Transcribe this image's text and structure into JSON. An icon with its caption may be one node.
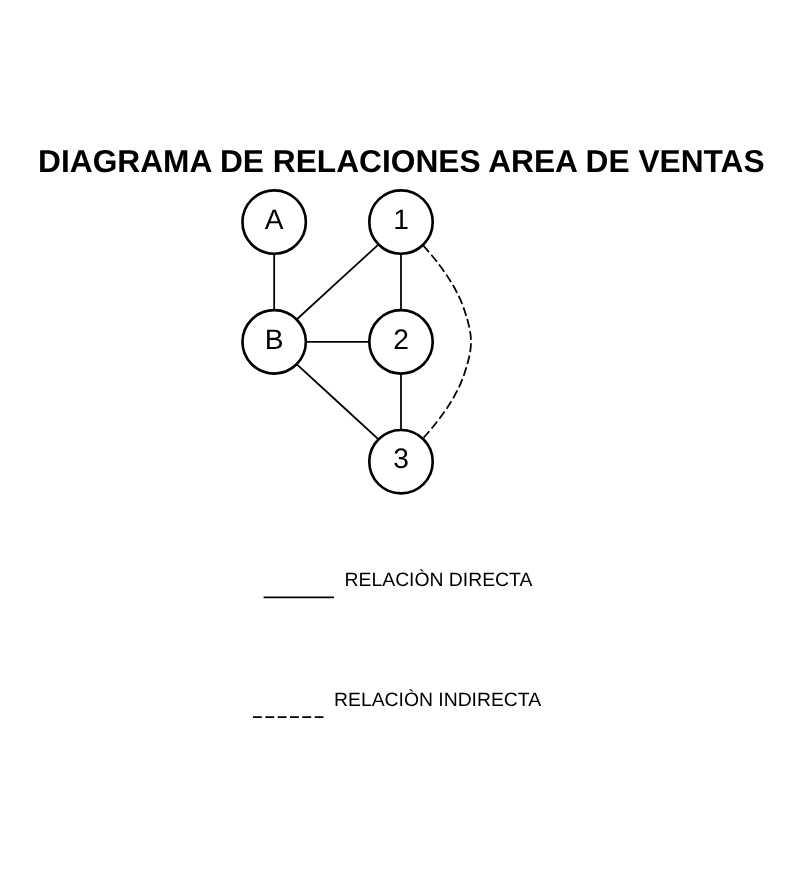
{
  "diagram": {
    "title": "DIAGRAMA DE RELACIONES AREA DE VENTAS",
    "nodes": [
      {
        "text": [
          "A"
        ]
      },
      {
        "text": [
          "1"
        ]
      },
      {
        "text": [
          "B"
        ]
      },
      {
        "text": [
          "2"
        ]
      },
      {
        "text": [
          "3"
        ]
      }
    ],
    "edges": [
      {
        "from": 0,
        "to": 2,
        "arrow": "none"
      },
      {
        "from": 2,
        "to": 1,
        "arrow": "none"
      },
      {
        "from": 2,
        "to": 3,
        "arrow": "none"
      },
      {
        "from": 2,
        "to": 4,
        "arrow": "none"
      },
      {
        "from": 1,
        "to": 3,
        "arrow": "none"
      },
      {
        "from": 1,
        "to": 4,
        "arrow": "none",
        "style": "dashed"
      },
      {
        "from": 3,
        "to": 4,
        "arrow": "none"
      }
    ],
    "legend": [
      {
        "text": "RELACIÒN DIRECTA"
      },
      {
        "text": "RELACIÒN INDIRECTA"
      }
    ]
  }
}
